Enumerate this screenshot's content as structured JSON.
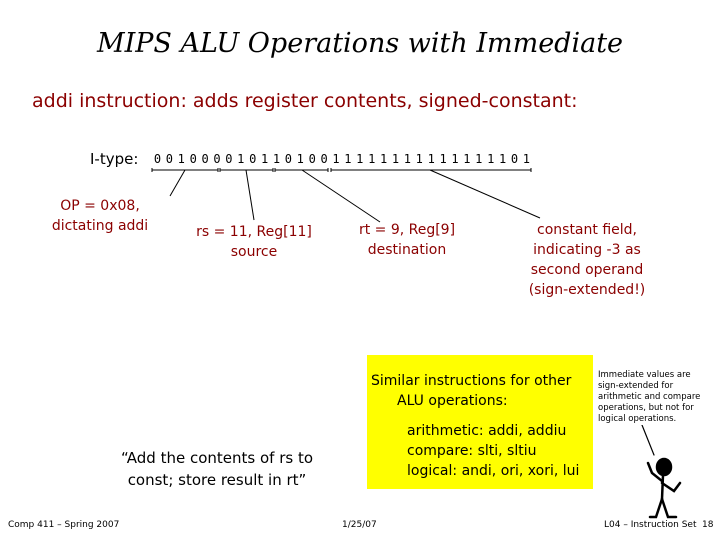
{
  "slide": {
    "title": "MIPS ALU Operations with Immediate",
    "heading": "addi instruction: adds register contents, signed-constant:",
    "itype_label": "I-type:",
    "bits": [
      "0",
      "0",
      "1",
      "0",
      "0",
      "0",
      "0",
      "1",
      "0",
      "1",
      "1",
      "0",
      "1",
      "0",
      "0",
      "1",
      "1",
      "1",
      "1",
      "1",
      "1",
      "1",
      "1",
      "1",
      "1",
      "1",
      "1",
      "1",
      "1",
      "1",
      "0",
      "1"
    ],
    "annotations": {
      "op": [
        "OP = 0x08,",
        "dictating addi"
      ],
      "rs": [
        "rs = 11, Reg[11]",
        "source"
      ],
      "rt": [
        "rt = 9, Reg[9]",
        "destination"
      ],
      "constant": [
        "constant field,",
        "indicating -3 as",
        "second operand",
        "(sign-extended!)"
      ]
    },
    "quote": [
      "“Add the contents of rs to",
      "const; store result in rt”"
    ],
    "similar_box": {
      "heading_line1": "Similar instructions for other",
      "heading_line2": "ALU operations:",
      "arithmetic": "arithmetic: addi, addiu",
      "compare": "compare: slti, sltiu",
      "logical": "logical: andi, ori, xori, lui"
    },
    "side_note": [
      "Immediate values are",
      "sign-extended for",
      "arithmetic and compare",
      "operations, but not for",
      "logical operations."
    ],
    "footer": {
      "left": "Comp 411 – Spring 2007",
      "center": "1/25/07",
      "right": "L04 – Instruction Set",
      "page": "18"
    }
  }
}
